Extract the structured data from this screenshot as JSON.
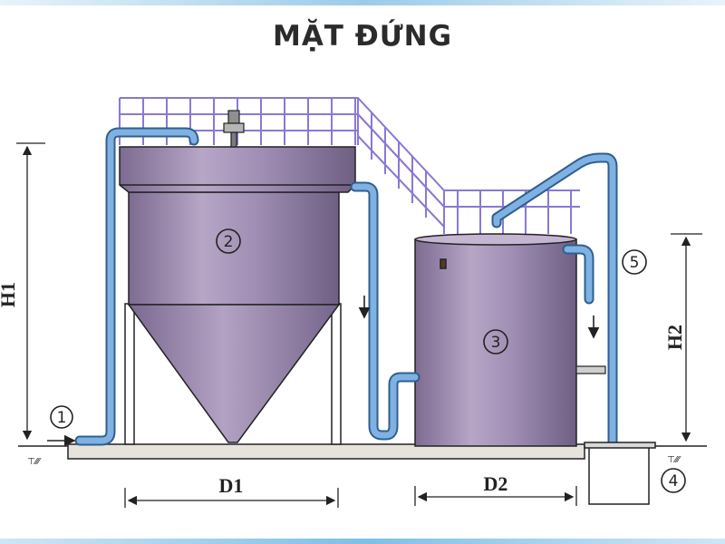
{
  "title": "MẶT ĐỨNG",
  "callouts": {
    "inlet": "1",
    "tank1": "2",
    "tank2": "3",
    "outlet_pit": "4",
    "outlet_pipe": "5"
  },
  "dimensions": {
    "h1": "H1",
    "h2": "H2",
    "d1": "D1",
    "d2": "D2"
  },
  "colors": {
    "tank": "#9a86ad",
    "pipe": "#6aa3d8",
    "railing": "#8a78d4",
    "outline": "#222222"
  }
}
